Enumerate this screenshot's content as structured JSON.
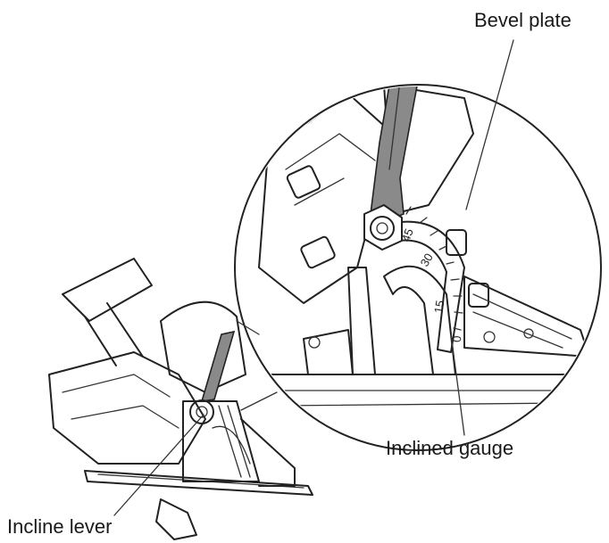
{
  "labels": {
    "bevel_plate": "Bevel plate",
    "inclined_gauge": "Inclined gauge",
    "incline_lever": "Incline lever"
  },
  "scale_marks": [
    "45",
    "30",
    "15",
    "0"
  ],
  "colors": {
    "ink": "#222222",
    "lever_gray": "#8a8a8a",
    "background": "#ffffff"
  }
}
